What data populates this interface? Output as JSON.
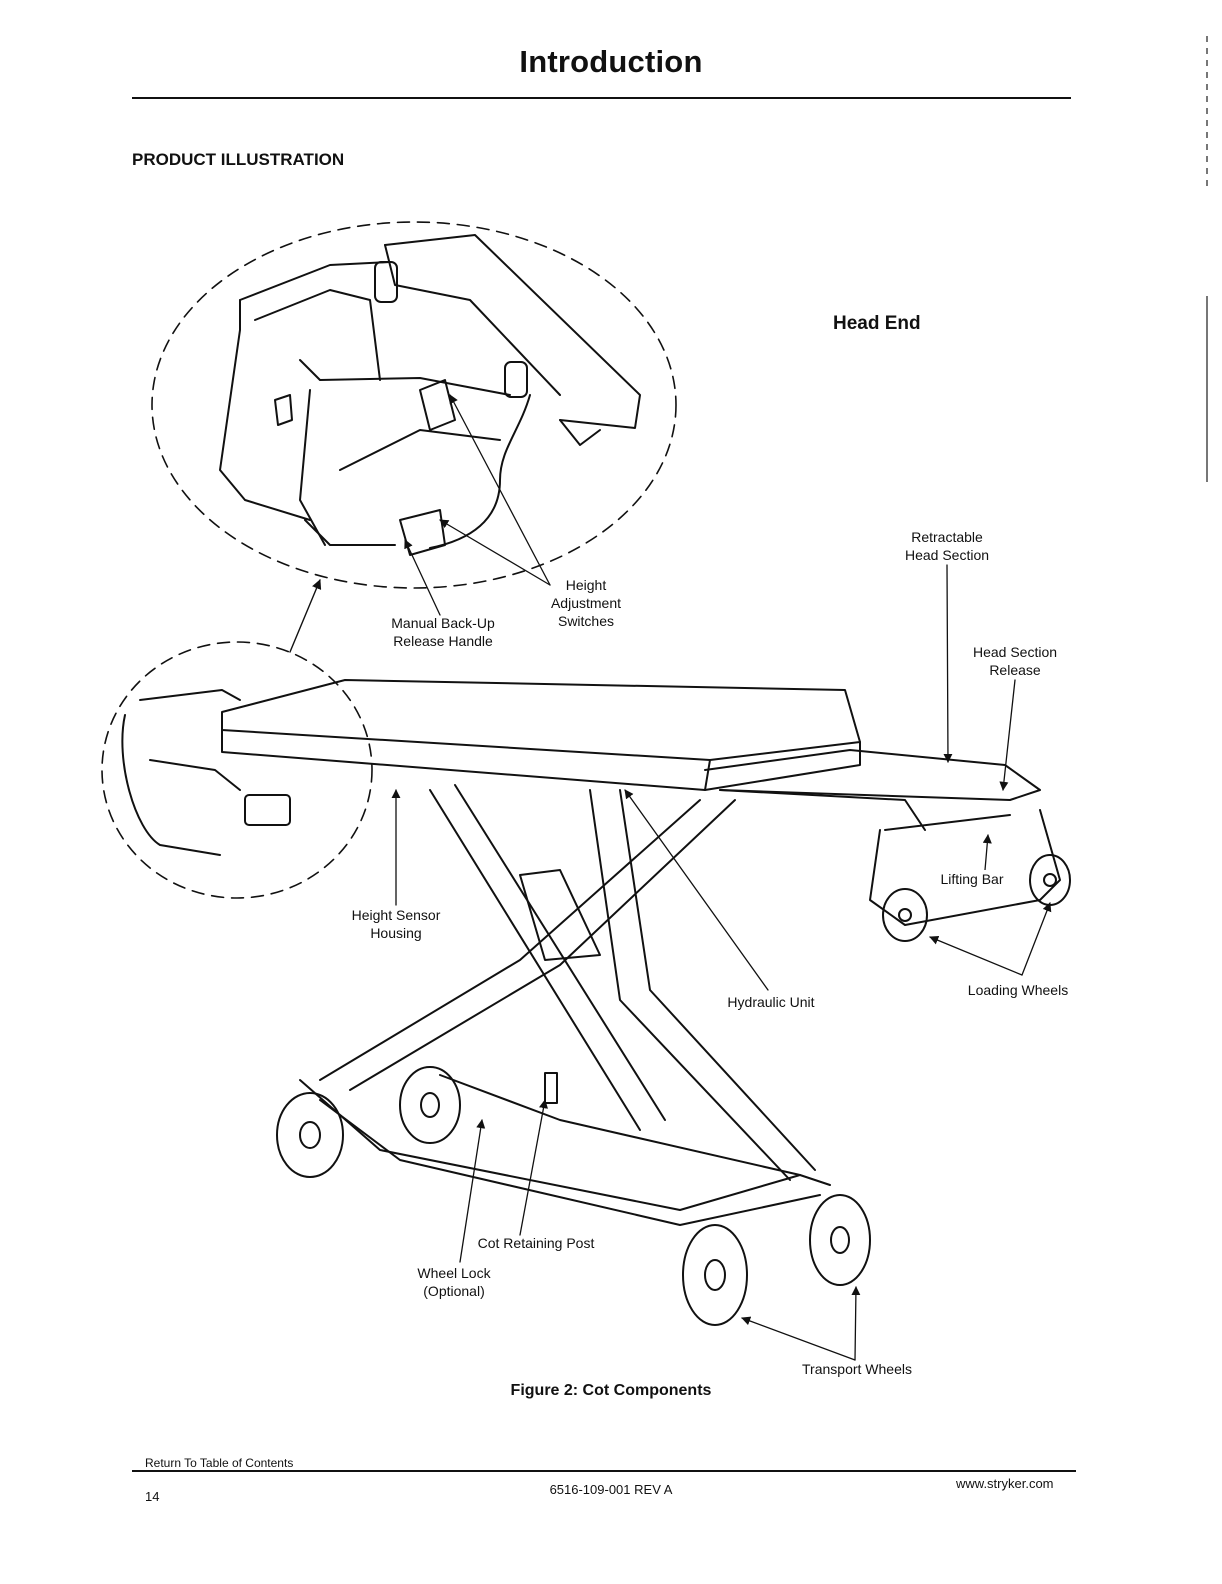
{
  "page": {
    "title": "Introduction",
    "section_heading": "PRODUCT ILLUSTRATION",
    "head_end_label": "Head End",
    "figure_caption": "Figure 2:  Cot Components"
  },
  "figure": {
    "illustration": "cot-components-line-drawing",
    "callouts": [
      {
        "id": "retractable-head-section",
        "text": "Retractable\nHead Section"
      },
      {
        "id": "head-section-release",
        "text": "Head Section\nRelease"
      },
      {
        "id": "height-adjustment-switches",
        "text": "Height\nAdjustment\nSwitches"
      },
      {
        "id": "manual-backup-release-handle",
        "text": "Manual Back-Up\nRelease Handle"
      },
      {
        "id": "lifting-bar",
        "text": "Lifting Bar"
      },
      {
        "id": "loading-wheels",
        "text": "Loading Wheels"
      },
      {
        "id": "height-sensor-housing",
        "text": "Height Sensor\nHousing"
      },
      {
        "id": "hydraulic-unit",
        "text": "Hydraulic Unit"
      },
      {
        "id": "cot-retaining-post",
        "text": "Cot Retaining Post"
      },
      {
        "id": "wheel-lock",
        "text": "Wheel Lock\n(Optional)"
      },
      {
        "id": "transport-wheels",
        "text": "Transport Wheels"
      }
    ]
  },
  "footer": {
    "toc_link": "Return To Table of Contents",
    "page_number": "14",
    "document_number": "6516-109-001 REV A",
    "website": "www.stryker.com"
  },
  "colors": {
    "ink": "#111111",
    "paper": "#ffffff"
  }
}
